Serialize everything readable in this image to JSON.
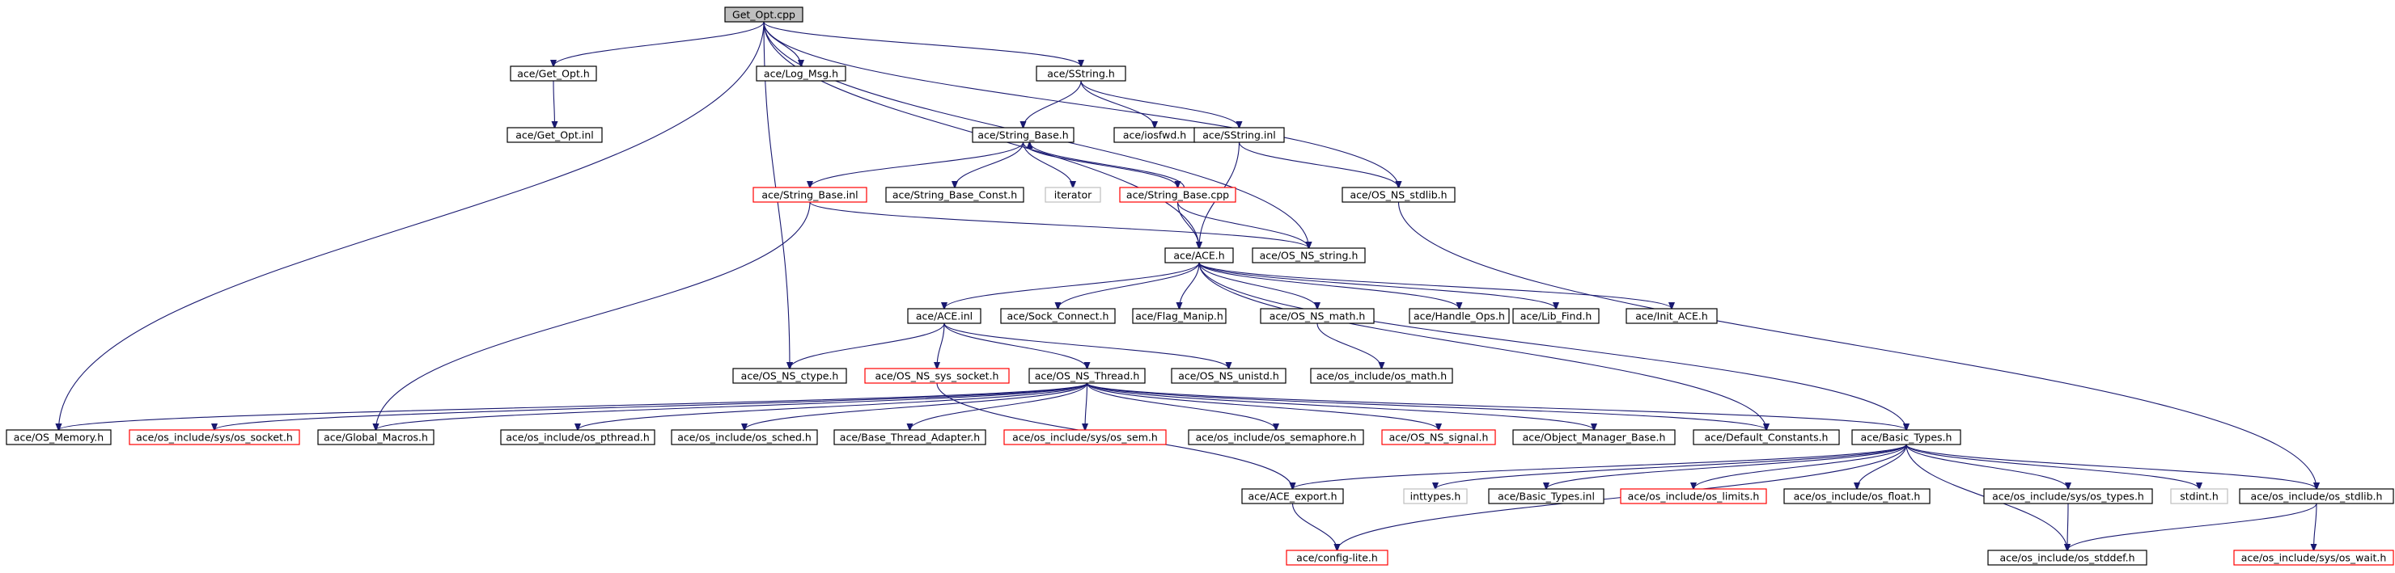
{
  "diagram": {
    "type": "include-dependency-graph",
    "nodes": [
      {
        "id": "get_opt_cpp",
        "label": "Get_Opt.cpp",
        "style": "root"
      },
      {
        "id": "get_opt_h",
        "label": "ace/Get_Opt.h",
        "style": "normal"
      },
      {
        "id": "log_msg_h",
        "label": "ace/Log_Msg.h",
        "style": "normal"
      },
      {
        "id": "sstring_h",
        "label": "ace/SString.h",
        "style": "normal"
      },
      {
        "id": "get_opt_inl",
        "label": "ace/Get_Opt.inl",
        "style": "normal"
      },
      {
        "id": "string_base_h",
        "label": "ace/String_Base.h",
        "style": "normal"
      },
      {
        "id": "iosfwd_h",
        "label": "ace/iosfwd.h",
        "style": "normal"
      },
      {
        "id": "sstring_inl",
        "label": "ace/SString.inl",
        "style": "normal"
      },
      {
        "id": "string_base_inl",
        "label": "ace/String_Base.inl",
        "style": "truncated"
      },
      {
        "id": "string_base_const_h",
        "label": "ace/String_Base_Const.h",
        "style": "normal"
      },
      {
        "id": "iterator",
        "label": "iterator",
        "style": "external"
      },
      {
        "id": "string_base_cpp",
        "label": "ace/String_Base.cpp",
        "style": "truncated"
      },
      {
        "id": "os_ns_stdlib_h",
        "label": "ace/OS_NS_stdlib.h",
        "style": "normal"
      },
      {
        "id": "ace_h",
        "label": "ace/ACE.h",
        "style": "normal"
      },
      {
        "id": "os_ns_string_h",
        "label": "ace/OS_NS_string.h",
        "style": "normal"
      },
      {
        "id": "ace_inl",
        "label": "ace/ACE.inl",
        "style": "normal"
      },
      {
        "id": "sock_connect_h",
        "label": "ace/Sock_Connect.h",
        "style": "normal"
      },
      {
        "id": "flag_manip_h",
        "label": "ace/Flag_Manip.h",
        "style": "normal"
      },
      {
        "id": "os_ns_math_h",
        "label": "ace/OS_NS_math.h",
        "style": "normal"
      },
      {
        "id": "handle_ops_h",
        "label": "ace/Handle_Ops.h",
        "style": "normal"
      },
      {
        "id": "lib_find_h",
        "label": "ace/Lib_Find.h",
        "style": "normal"
      },
      {
        "id": "init_ace_h",
        "label": "ace/Init_ACE.h",
        "style": "normal"
      },
      {
        "id": "os_math_h",
        "label": "ace/os_include/os_math.h",
        "style": "normal"
      },
      {
        "id": "os_ns_ctype_h",
        "label": "ace/OS_NS_ctype.h",
        "style": "normal"
      },
      {
        "id": "os_ns_sys_socket_h",
        "label": "ace/OS_NS_sys_socket.h",
        "style": "truncated"
      },
      {
        "id": "os_ns_thread_h",
        "label": "ace/OS_NS_Thread.h",
        "style": "normal"
      },
      {
        "id": "os_ns_unistd_h",
        "label": "ace/OS_NS_unistd.h",
        "style": "normal"
      },
      {
        "id": "os_memory_h",
        "label": "ace/OS_Memory.h",
        "style": "normal"
      },
      {
        "id": "os_socket_h",
        "label": "ace/os_include/sys/os_socket.h",
        "style": "truncated"
      },
      {
        "id": "global_macros_h",
        "label": "ace/Global_Macros.h",
        "style": "normal"
      },
      {
        "id": "os_pthread_h",
        "label": "ace/os_include/os_pthread.h",
        "style": "normal"
      },
      {
        "id": "os_sched_h",
        "label": "ace/os_include/os_sched.h",
        "style": "normal"
      },
      {
        "id": "base_thread_adapter_h",
        "label": "ace/Base_Thread_Adapter.h",
        "style": "normal"
      },
      {
        "id": "os_sem_h",
        "label": "ace/os_include/sys/os_sem.h",
        "style": "truncated"
      },
      {
        "id": "os_semaphore_h",
        "label": "ace/os_include/os_semaphore.h",
        "style": "normal"
      },
      {
        "id": "os_ns_signal_h",
        "label": "ace/OS_NS_signal.h",
        "style": "truncated"
      },
      {
        "id": "object_manager_base_h",
        "label": "ace/Object_Manager_Base.h",
        "style": "normal"
      },
      {
        "id": "default_constants_h",
        "label": "ace/Default_Constants.h",
        "style": "normal"
      },
      {
        "id": "basic_types_h",
        "label": "ace/Basic_Types.h",
        "style": "normal"
      },
      {
        "id": "ace_export_h",
        "label": "ace/ACE_export.h",
        "style": "normal"
      },
      {
        "id": "inttypes_h",
        "label": "inttypes.h",
        "style": "external"
      },
      {
        "id": "basic_types_inl",
        "label": "ace/Basic_Types.inl",
        "style": "normal"
      },
      {
        "id": "os_limits_h",
        "label": "ace/os_include/os_limits.h",
        "style": "truncated"
      },
      {
        "id": "os_float_h",
        "label": "ace/os_include/os_float.h",
        "style": "normal"
      },
      {
        "id": "os_types_h",
        "label": "ace/os_include/sys/os_types.h",
        "style": "normal"
      },
      {
        "id": "stdint_h",
        "label": "stdint.h",
        "style": "external"
      },
      {
        "id": "os_stdlib_h",
        "label": "ace/os_include/os_stdlib.h",
        "style": "normal"
      },
      {
        "id": "config_lite_h",
        "label": "ace/config-lite.h",
        "style": "truncated"
      },
      {
        "id": "os_stddef_h",
        "label": "ace/os_include/os_stddef.h",
        "style": "normal"
      },
      {
        "id": "os_wait_h",
        "label": "ace/os_include/sys/os_wait.h",
        "style": "truncated"
      }
    ],
    "edges": [
      {
        "from": "get_opt_cpp",
        "to": "get_opt_h"
      },
      {
        "from": "get_opt_cpp",
        "to": "log_msg_h"
      },
      {
        "from": "get_opt_cpp",
        "to": "sstring_h"
      },
      {
        "from": "get_opt_cpp",
        "to": "os_ns_string_h"
      },
      {
        "from": "get_opt_cpp",
        "to": "os_ns_stdlib_h"
      },
      {
        "from": "get_opt_cpp",
        "to": "ace_h"
      },
      {
        "from": "get_opt_cpp",
        "to": "os_ns_ctype_h"
      },
      {
        "from": "get_opt_cpp",
        "to": "os_memory_h"
      },
      {
        "from": "get_opt_h",
        "to": "get_opt_inl"
      },
      {
        "from": "sstring_h",
        "to": "string_base_h"
      },
      {
        "from": "sstring_h",
        "to": "iosfwd_h"
      },
      {
        "from": "sstring_h",
        "to": "sstring_inl"
      },
      {
        "from": "string_base_h",
        "to": "string_base_inl"
      },
      {
        "from": "string_base_h",
        "to": "string_base_const_h"
      },
      {
        "from": "string_base_h",
        "to": "iterator"
      },
      {
        "from": "string_base_h",
        "to": "string_base_cpp"
      },
      {
        "from": "string_base_cpp",
        "to": "string_base_h"
      },
      {
        "from": "string_base_cpp",
        "to": "ace_h"
      },
      {
        "from": "string_base_cpp",
        "to": "os_ns_string_h"
      },
      {
        "from": "string_base_inl",
        "to": "os_ns_string_h"
      },
      {
        "from": "string_base_inl",
        "to": "global_macros_h"
      },
      {
        "from": "sstring_inl",
        "to": "ace_h"
      },
      {
        "from": "sstring_inl",
        "to": "os_ns_stdlib_h"
      },
      {
        "from": "os_ns_stdlib_h",
        "to": "os_stdlib_h"
      },
      {
        "from": "ace_h",
        "to": "ace_inl"
      },
      {
        "from": "ace_h",
        "to": "sock_connect_h"
      },
      {
        "from": "ace_h",
        "to": "flag_manip_h"
      },
      {
        "from": "ace_h",
        "to": "os_ns_math_h"
      },
      {
        "from": "ace_h",
        "to": "handle_ops_h"
      },
      {
        "from": "ace_h",
        "to": "lib_find_h"
      },
      {
        "from": "ace_h",
        "to": "init_ace_h"
      },
      {
        "from": "ace_h",
        "to": "basic_types_h"
      },
      {
        "from": "ace_h",
        "to": "default_constants_h"
      },
      {
        "from": "os_ns_math_h",
        "to": "os_math_h"
      },
      {
        "from": "ace_inl",
        "to": "os_ns_ctype_h"
      },
      {
        "from": "ace_inl",
        "to": "os_ns_sys_socket_h"
      },
      {
        "from": "ace_inl",
        "to": "os_ns_thread_h"
      },
      {
        "from": "ace_inl",
        "to": "os_ns_unistd_h"
      },
      {
        "from": "os_ns_sys_socket_h",
        "to": "ace_export_h"
      },
      {
        "from": "os_ns_thread_h",
        "to": "os_memory_h"
      },
      {
        "from": "os_ns_thread_h",
        "to": "os_socket_h"
      },
      {
        "from": "os_ns_thread_h",
        "to": "global_macros_h"
      },
      {
        "from": "os_ns_thread_h",
        "to": "os_pthread_h"
      },
      {
        "from": "os_ns_thread_h",
        "to": "os_sched_h"
      },
      {
        "from": "os_ns_thread_h",
        "to": "base_thread_adapter_h"
      },
      {
        "from": "os_ns_thread_h",
        "to": "os_sem_h"
      },
      {
        "from": "os_ns_thread_h",
        "to": "os_semaphore_h"
      },
      {
        "from": "os_ns_thread_h",
        "to": "os_ns_signal_h"
      },
      {
        "from": "os_ns_thread_h",
        "to": "object_manager_base_h"
      },
      {
        "from": "os_ns_thread_h",
        "to": "default_constants_h"
      },
      {
        "from": "os_ns_thread_h",
        "to": "basic_types_h"
      },
      {
        "from": "basic_types_h",
        "to": "ace_export_h"
      },
      {
        "from": "basic_types_h",
        "to": "inttypes_h"
      },
      {
        "from": "basic_types_h",
        "to": "basic_types_inl"
      },
      {
        "from": "basic_types_h",
        "to": "os_limits_h"
      },
      {
        "from": "basic_types_h",
        "to": "os_float_h"
      },
      {
        "from": "basic_types_h",
        "to": "os_types_h"
      },
      {
        "from": "basic_types_h",
        "to": "stdint_h"
      },
      {
        "from": "basic_types_h",
        "to": "os_stdlib_h"
      },
      {
        "from": "basic_types_h",
        "to": "config_lite_h"
      },
      {
        "from": "basic_types_h",
        "to": "os_stddef_h"
      },
      {
        "from": "ace_export_h",
        "to": "config_lite_h"
      },
      {
        "from": "os_types_h",
        "to": "os_stddef_h"
      },
      {
        "from": "os_stdlib_h",
        "to": "os_stddef_h"
      },
      {
        "from": "os_stdlib_h",
        "to": "os_wait_h"
      }
    ]
  }
}
